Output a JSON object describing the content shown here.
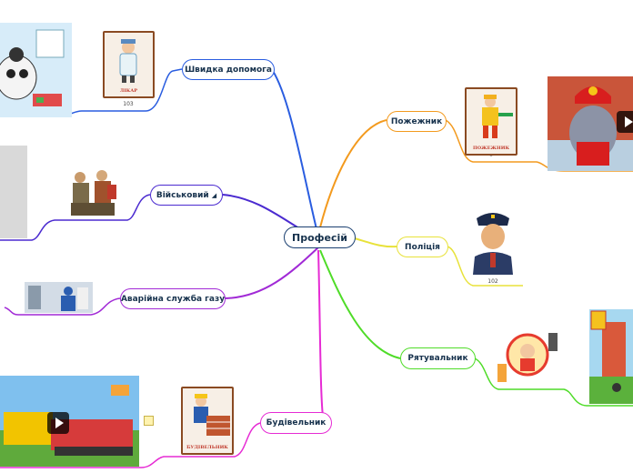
{
  "central": {
    "label": "Професій",
    "color": "#1a3f70"
  },
  "branches": {
    "ambulance": {
      "label": "Швидка допомога",
      "color": "#2a5de0",
      "caption": "103",
      "card_text": "ЛІКАР"
    },
    "firefighter": {
      "label": "Пожежник",
      "color": "#f39a1e",
      "caption": "–",
      "card_text": "ПОЖЕЖНИК"
    },
    "military": {
      "label": "Військовий",
      "color": "#4b2bd0",
      "toggle_icon": "◢"
    },
    "police": {
      "label": "Поліція",
      "color": "#e8e23a",
      "caption": "102"
    },
    "gas": {
      "label": "Аварійна служба газу",
      "color": "#a12ad6"
    },
    "rescuer": {
      "label": "Рятувальник",
      "color": "#4fdc28"
    },
    "builder": {
      "label": "Будівельник",
      "color": "#e62bd4",
      "card_text": "БУДІВЕЛЬНИК"
    }
  },
  "icons": {
    "note": "note-icon",
    "play": "play-icon"
  }
}
